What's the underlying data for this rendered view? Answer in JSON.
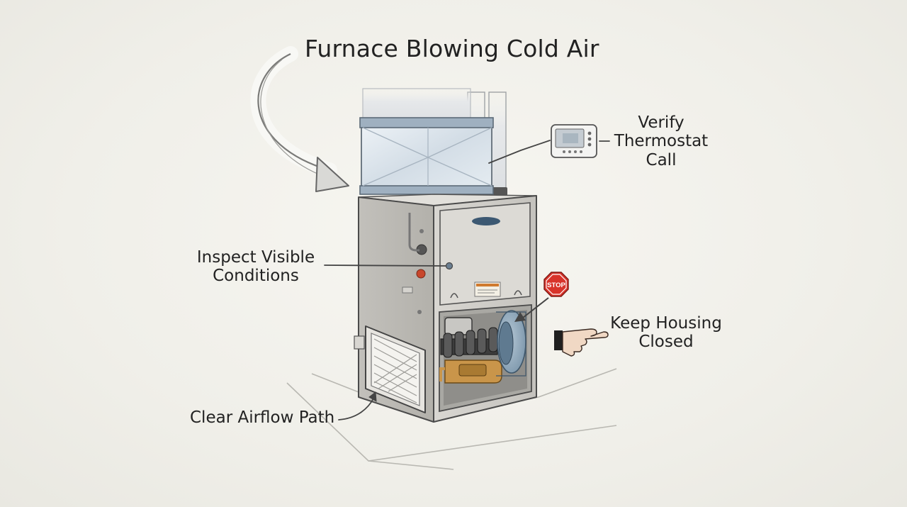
{
  "title": "Furnace Blowing Cold Air",
  "labels": {
    "thermostat": {
      "lines": [
        "Verify",
        "Thermostat",
        "Call"
      ]
    },
    "inspect": {
      "lines": [
        "Inspect Visible",
        "Conditions"
      ]
    },
    "housing": {
      "lines": [
        "Keep Housing",
        "Closed"
      ]
    },
    "airflow": {
      "lines": [
        "Clear Airflow Path"
      ]
    }
  },
  "stop_sign": {
    "text": "STOP",
    "color": "#d8332a"
  },
  "colors": {
    "background": "#f1f0ea",
    "cabinet": "#cfcdc8",
    "plenum": "#dce4ec",
    "line": "#3a3a3a",
    "brass": "#c9954a",
    "blower": "#8fa8bd"
  },
  "icons": [
    "curved-arrow-icon",
    "thermostat-icon",
    "stop-sign-icon",
    "pointing-hand-icon",
    "small-arrow-icon"
  ]
}
